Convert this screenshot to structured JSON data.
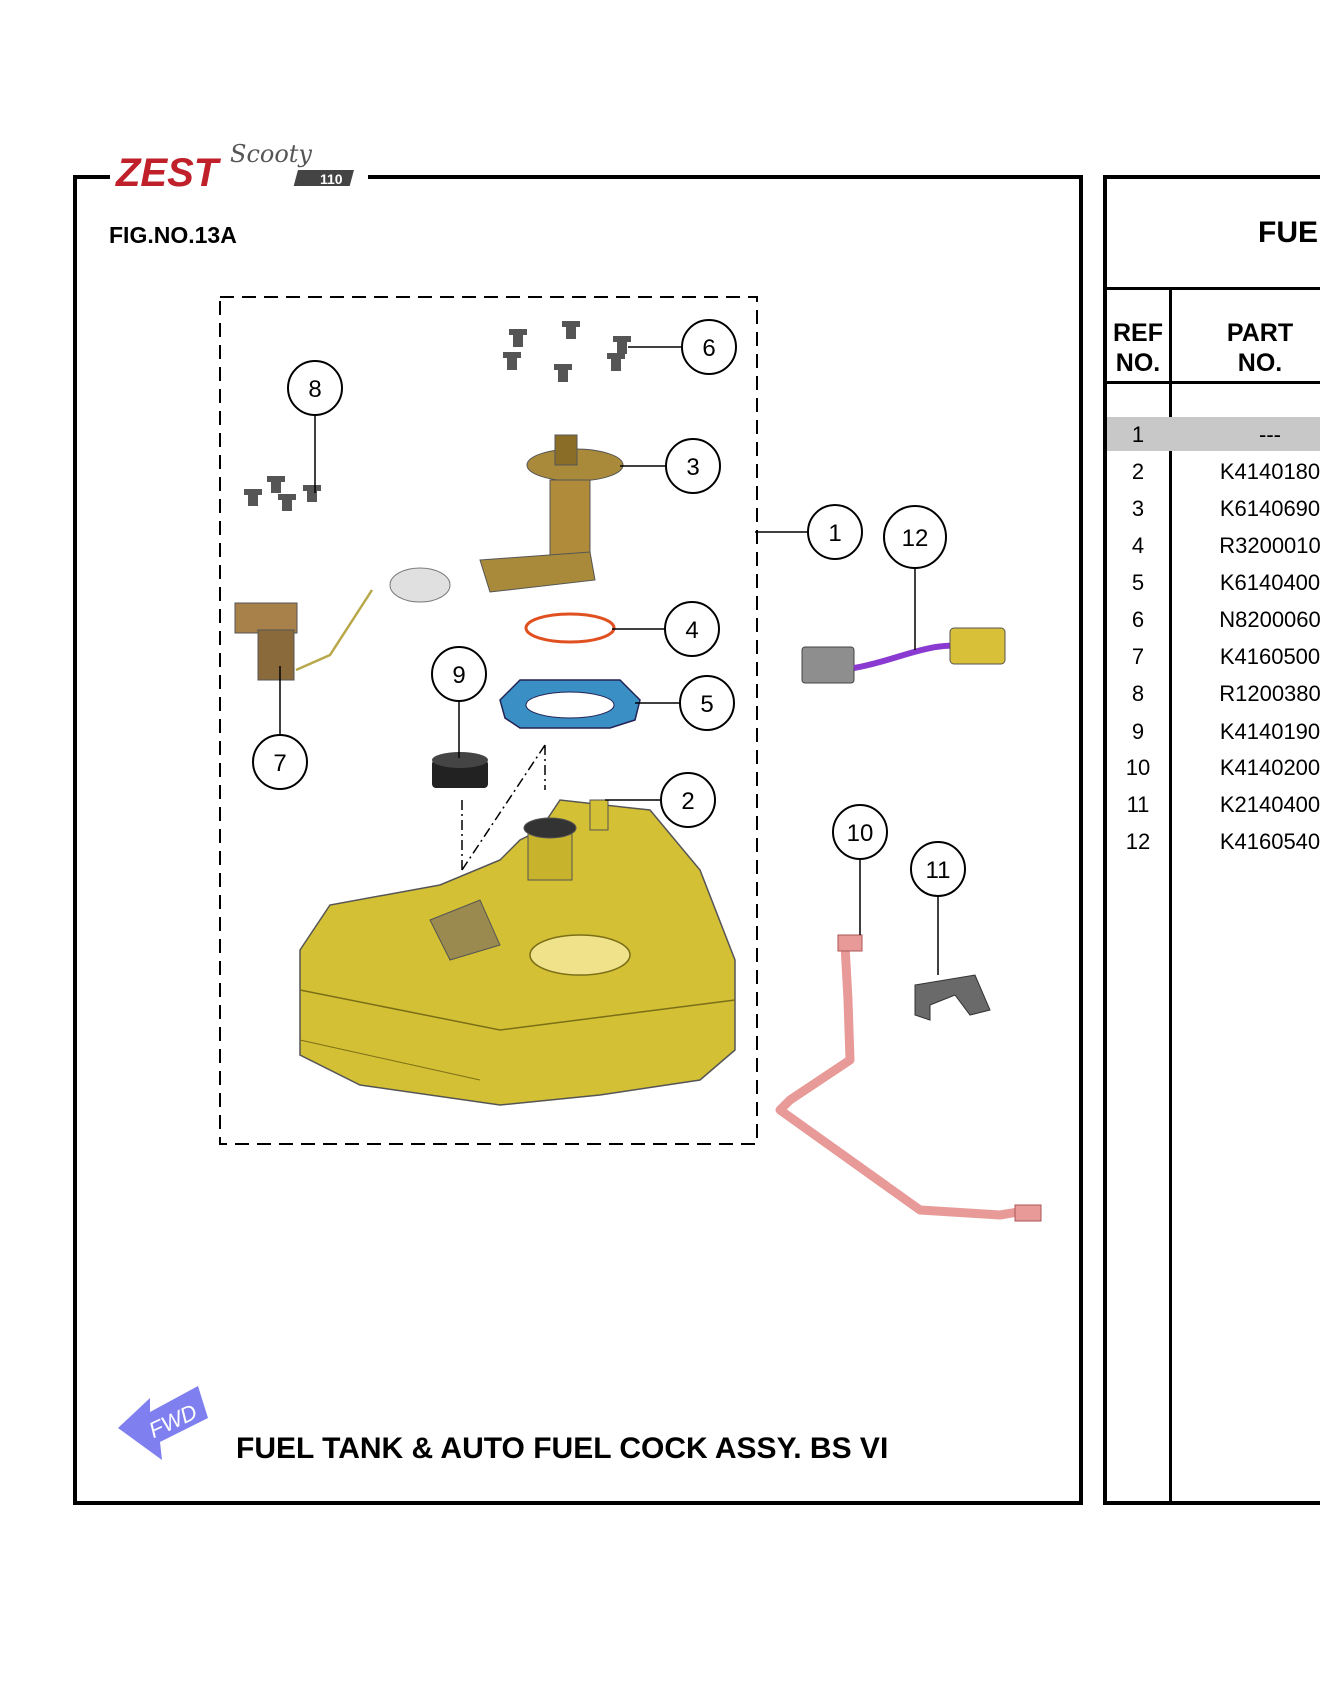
{
  "logo": {
    "brand_text": "ZEST",
    "sub_text": "Scooty",
    "model_suffix": "110"
  },
  "figure": {
    "fig_no": "FIG.NO.13A",
    "title": "FUEL TANK & AUTO FUEL COCK ASSY.  BS VI",
    "fwd_label": "FWD"
  },
  "callouts": [
    "1",
    "2",
    "3",
    "4",
    "5",
    "6",
    "7",
    "8",
    "9",
    "10",
    "11",
    "12"
  ],
  "table": {
    "title": "FUE",
    "headers": {
      "ref_line1": "REF",
      "ref_line2": "NO.",
      "part_line1": "PART",
      "part_line2": "NO."
    },
    "rows": [
      {
        "ref": "1",
        "part": "---"
      },
      {
        "ref": "2",
        "part": "K4140180"
      },
      {
        "ref": "3",
        "part": "K6140690"
      },
      {
        "ref": "4",
        "part": "R3200010"
      },
      {
        "ref": "5",
        "part": "K6140400"
      },
      {
        "ref": "6",
        "part": "N8200060"
      },
      {
        "ref": "7",
        "part": "K4160500"
      },
      {
        "ref": "8",
        "part": "R1200380"
      },
      {
        "ref": "9",
        "part": "K4140190"
      },
      {
        "ref": "10",
        "part": "K4140200"
      },
      {
        "ref": "11",
        "part": "K2140400"
      },
      {
        "ref": "12",
        "part": "K4160540"
      }
    ]
  },
  "colors": {
    "tank": "#d4c034",
    "pump": "#a88a3a",
    "oring": "#e05020",
    "gasket": "#3a8fc4",
    "wire": "#8a3ad0",
    "hose": "#e89a98",
    "clip": "#6a6a6a",
    "fwd_arrow": "#7f7fef"
  }
}
